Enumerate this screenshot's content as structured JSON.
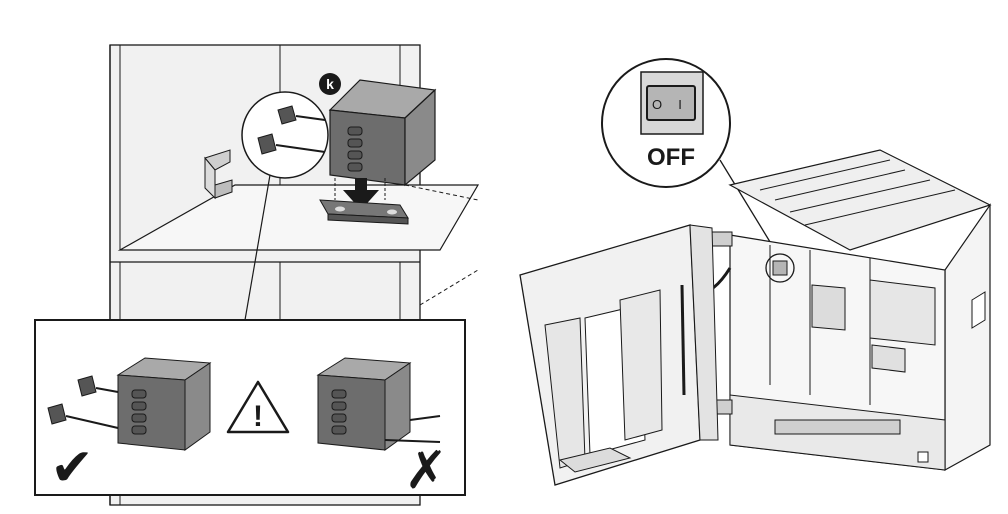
{
  "callouts": {
    "step_marker": "k",
    "switch_state": "OFF",
    "switch_symbol_off": "O",
    "switch_symbol_on": "I"
  },
  "status": {
    "correct_symbol": "✔",
    "wrong_symbol": "✗",
    "warning_symbol": "!"
  },
  "colors": {
    "line": "#1a1a1a",
    "wall": "#f1f1f1",
    "box_dark": "#6d6d6d",
    "box_mid": "#8a8a8a",
    "box_light": "#a9a9a9",
    "switch_face": "#b5b5b5"
  }
}
